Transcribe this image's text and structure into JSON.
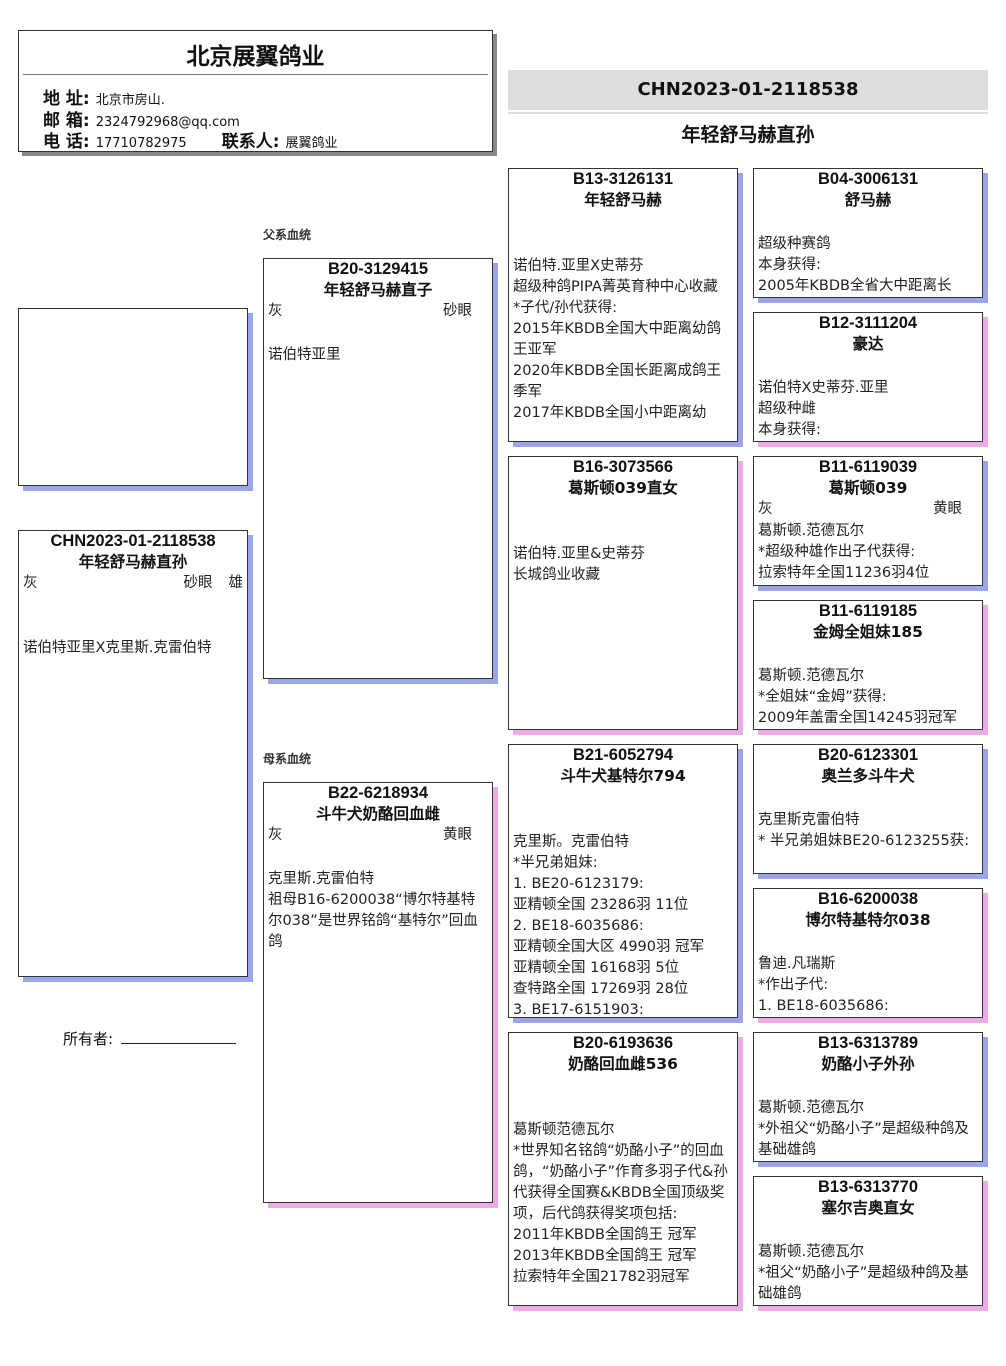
{
  "header": {
    "title": "北京展翼鸽业",
    "address_label": "地 址:",
    "address": "北京市房山.",
    "email_label": "邮 箱:",
    "email": "2324792968@qq.com",
    "phone_label": "电 话:",
    "phone": "17710782975",
    "contact_label": "联系人:",
    "contact": "展翼鸽业"
  },
  "main": {
    "ring": "CHN2023-01-2118538",
    "name": "年轻舒马赫直孙"
  },
  "sections": {
    "sire": "父系血统",
    "dam": "母系血统"
  },
  "owner": {
    "label": "所有者:"
  },
  "colors": {
    "male_shadow": "#9aa6e8",
    "female_shadow": "#eeaae6",
    "band": "#dddddd"
  },
  "birds": {
    "subject": {
      "ring": "CHN2023-01-2118538",
      "name": "年轻舒马赫直孙",
      "color": "灰",
      "eye": "砂眼",
      "sex": "雄",
      "desc": [
        "诺伯特亚里X克里斯.克雷伯特"
      ]
    },
    "sire": {
      "ring": "B20-3129415",
      "name": "年轻舒马赫直子",
      "color": "灰",
      "eye": "砂眼",
      "desc": [
        "诺伯特亚里"
      ]
    },
    "dam": {
      "ring": "B22-6218934",
      "name": "斗牛犬奶酪回血雌",
      "color": "灰",
      "eye": "黄眼",
      "desc": [
        "克里斯.克雷伯特",
        "祖母B16-6200038“博尔特基特尔038”是世界铭鸽“基特尔”回血鸽"
      ]
    },
    "ss": {
      "ring": "B13-3126131",
      "name": "年轻舒马赫",
      "desc": [
        "诺伯特.亚里X史蒂芬",
        "超级种鸽PIPA菁英育种中心收藏",
        "*子代/孙代获得:",
        "2015年KBDB全国大中距离幼鸽王亚军",
        "2020年KBDB全国长距离成鸽王季军",
        "2017年KBDB全国小中距离幼"
      ]
    },
    "sd": {
      "ring": "B16-3073566",
      "name": "葛斯顿039直女",
      "desc": [
        "诺伯特.亚里&史蒂芬",
        "长城鸽业收藏"
      ]
    },
    "ds": {
      "ring": "B21-6052794",
      "name": "斗牛犬基特尔794",
      "desc": [
        "克里斯。克雷伯特",
        "*半兄弟姐妹:",
        "1. BE20-6123179:",
        "亚精顿全国 23286羽 11位",
        "2. BE18-6035686:",
        "亚精顿全国大区 4990羽 冠军",
        "亚精顿全国 16168羽 5位",
        "查特路全国 17269羽 28位",
        "3. BE17-6151903:"
      ]
    },
    "dd": {
      "ring": "B20-6193636",
      "name": "奶酪回血雌536",
      "desc": [
        "葛斯顿范德瓦尔",
        "*世界知名铭鸽“奶酪小子”的回血鸽，“奶酪小子”作育多羽子代&孙代获得全国赛&KBDB全国顶级奖项，后代鸽获得奖项包括:",
        "2011年KBDB全国鸽王 冠军",
        "2013年KBDB全国鸽王 冠军",
        "拉索特年全国21782羽冠军"
      ]
    },
    "sss": {
      "ring": "B04-3006131",
      "name": "舒马赫",
      "desc": [
        "超级种赛鸽",
        "本身获得:",
        "2005年KBDB全省大中距离长"
      ]
    },
    "ssd": {
      "ring": "B12-3111204",
      "name": "豪达",
      "desc": [
        "诺伯特X史蒂芬.亚里",
        "超级种雌",
        "本身获得:"
      ]
    },
    "sds": {
      "ring": "B11-6119039",
      "name": "葛斯顿039",
      "color": "灰",
      "eye": "黄眼",
      "desc": [
        "葛斯顿.范德瓦尔",
        "*超级种雄作出子代获得:",
        "拉索特年全国11236羽4位"
      ]
    },
    "sdd": {
      "ring": "B11-6119185",
      "name": "金姆全姐妹185",
      "desc": [
        "葛斯顿.范德瓦尔",
        "*全姐妹“金姆”获得:",
        "2009年盖雷全国14245羽冠军"
      ]
    },
    "dss": {
      "ring": "B20-6123301",
      "name": "奥兰多斗牛犬",
      "desc": [
        "克里斯克雷伯特",
        "* 半兄弟姐妹BE20-6123255获:"
      ]
    },
    "dsd": {
      "ring": "B16-6200038",
      "name": "博尔特基特尔038",
      "desc": [
        "鲁迪.凡瑞斯",
        "*作出子代:",
        "1. BE18-6035686:"
      ]
    },
    "dds": {
      "ring": "B13-6313789",
      "name": "奶酪小子外孙",
      "desc": [
        "葛斯顿.范德瓦尔",
        "*外祖父“奶酪小子”是超级种鸽及基础雄鸽"
      ]
    },
    "ddd": {
      "ring": "B13-6313770",
      "name": "塞尔吉奥直女",
      "desc": [
        "葛斯顿.范德瓦尔",
        "*祖父“奶酪小子”是超级种鸽及基础雄鸽"
      ]
    }
  }
}
